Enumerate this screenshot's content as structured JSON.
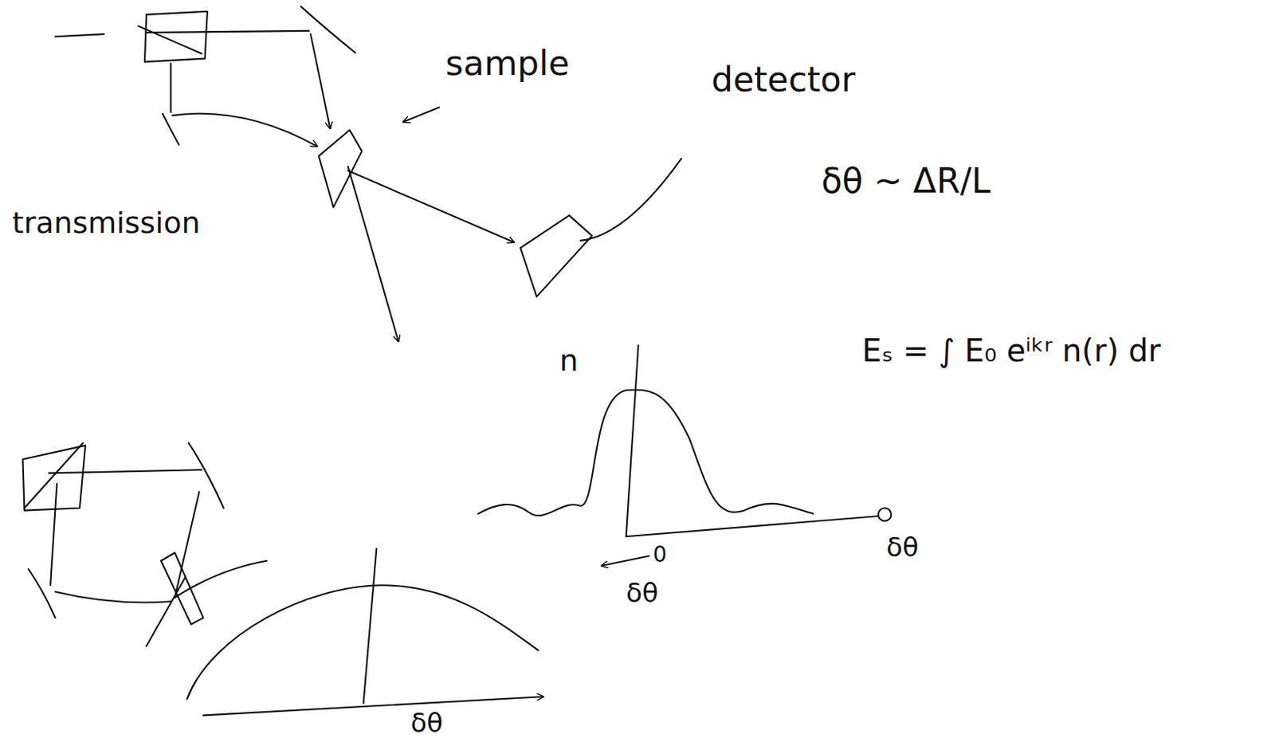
{
  "diagram": {
    "labels": [
      "sample",
      "detector",
      "transmission",
      "δθ ~ ΔR/L",
      "Eₛ = ∫ E₀ eⁱᵏʳ n(r) dr",
      "n",
      "0",
      "δθ",
      "δθ",
      "δθ"
    ]
  }
}
